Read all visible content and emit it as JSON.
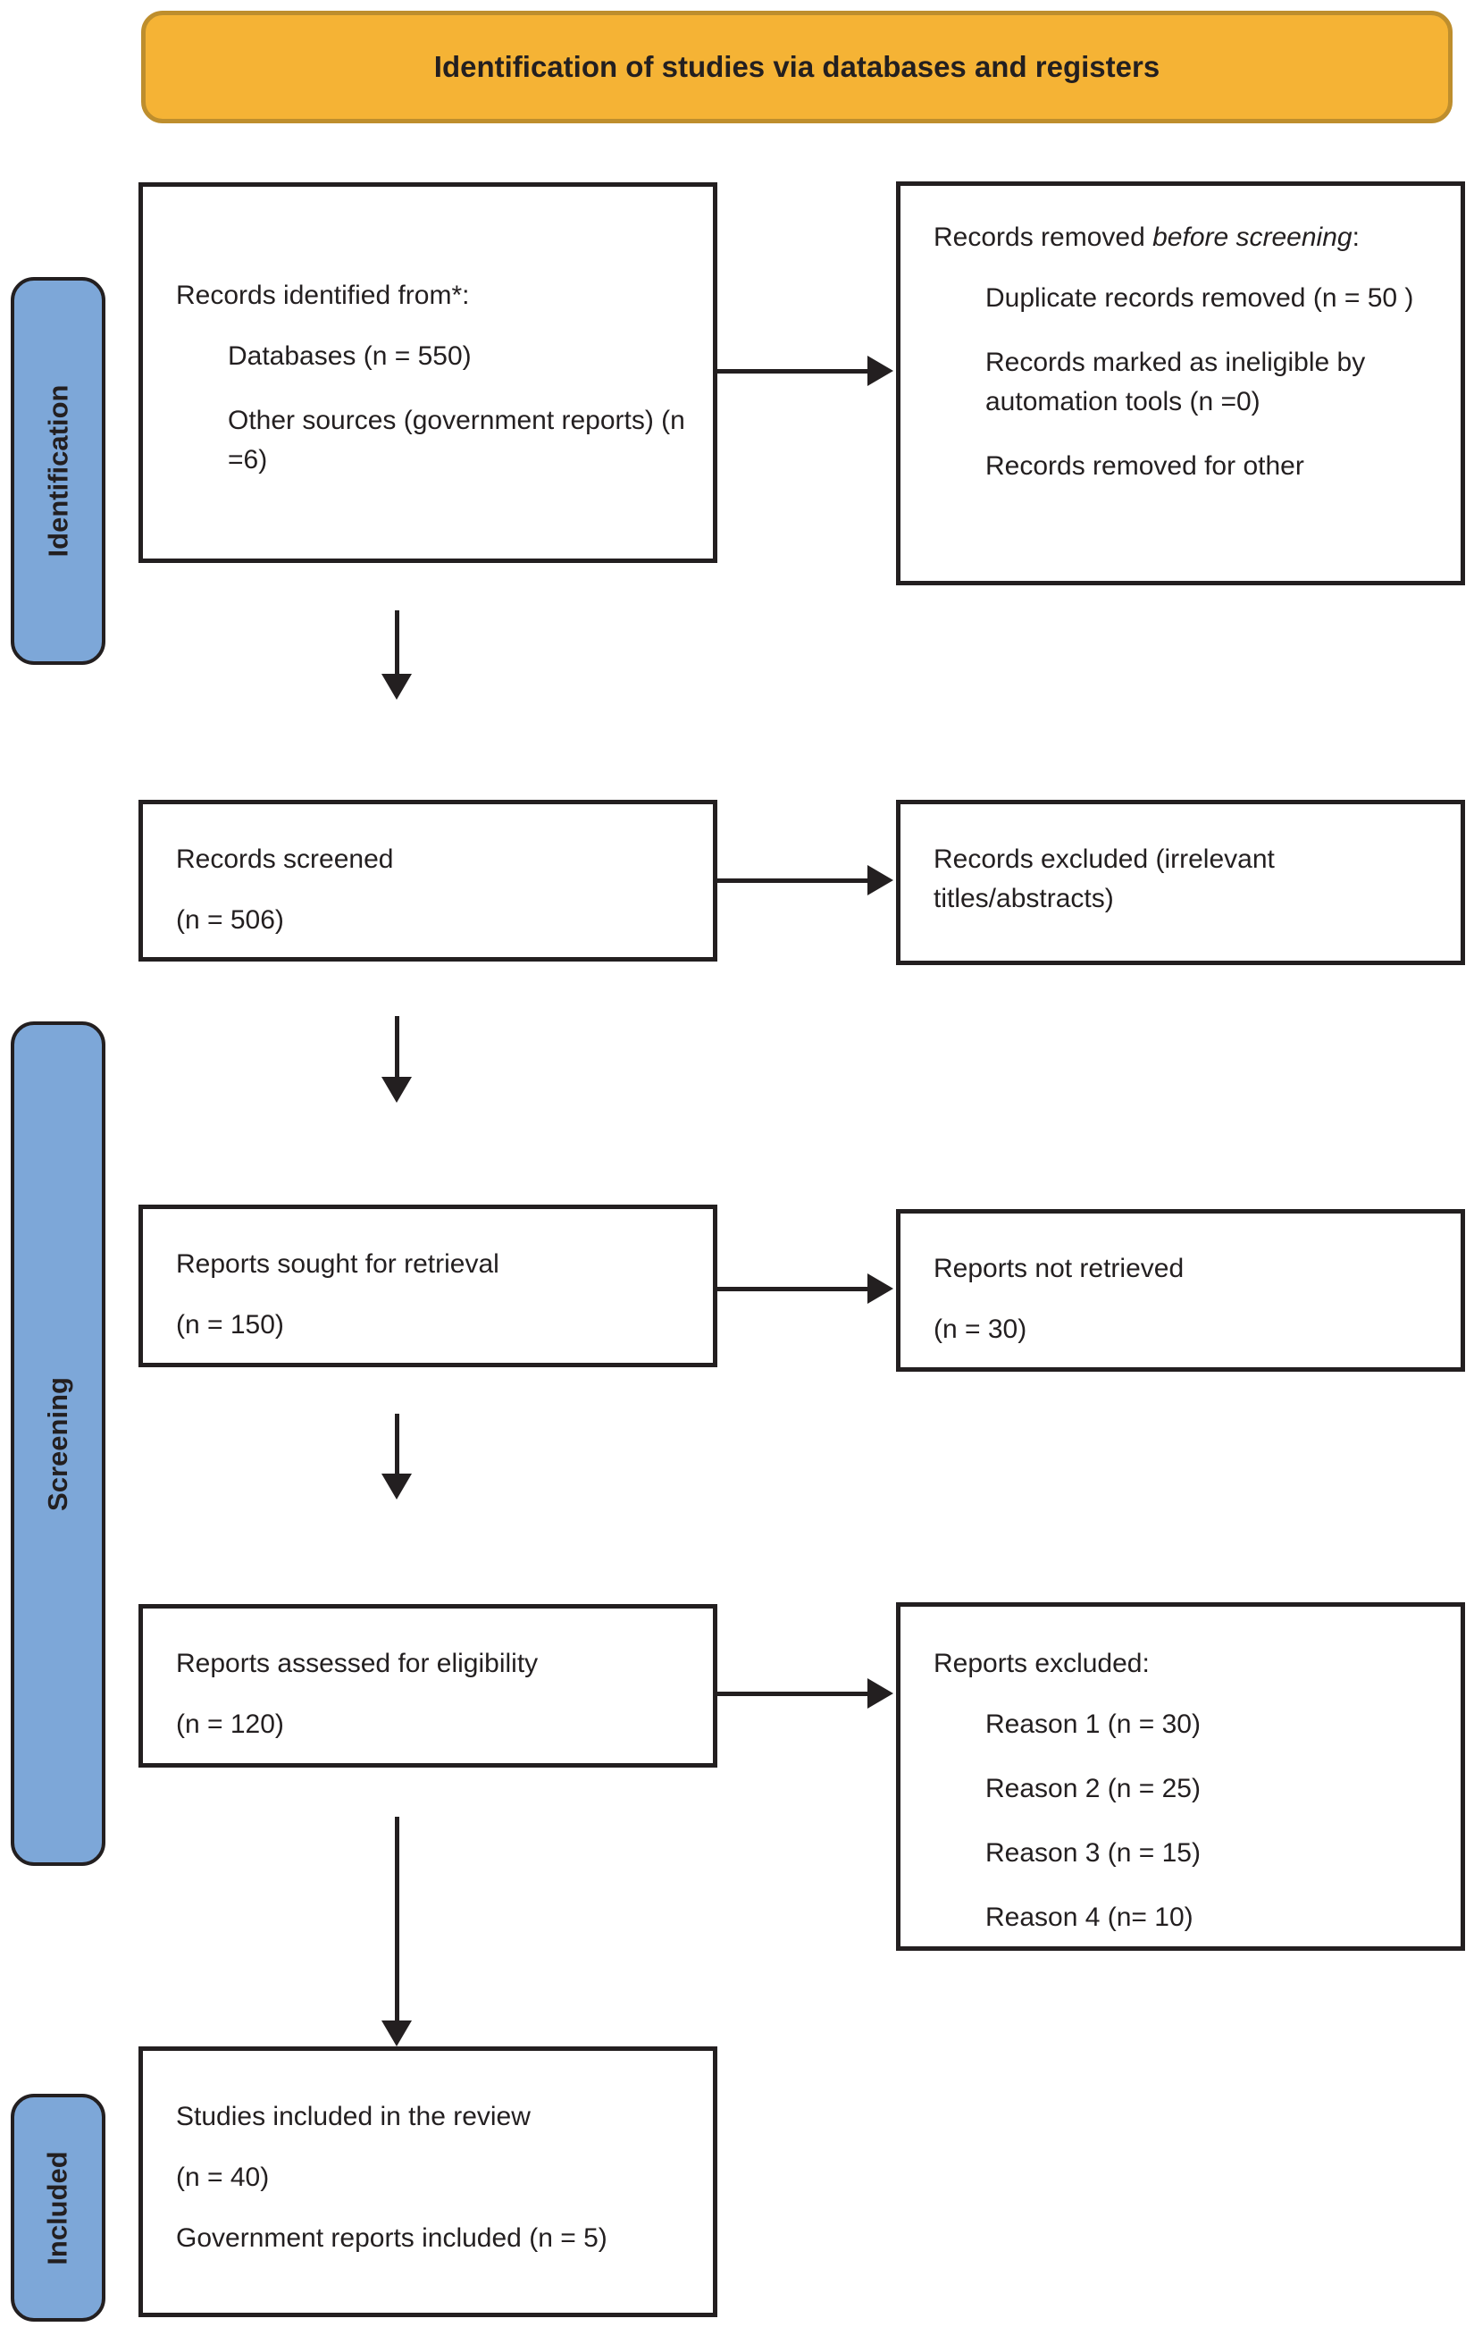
{
  "banner": {
    "title": "Identification of studies via databases and registers"
  },
  "colors": {
    "banner_fill": "#F5B335",
    "banner_border": "#BE8E2D",
    "stage_fill": "#7DA7D8",
    "box_border": "#231f20",
    "arrow": "#231f20"
  },
  "stages": [
    {
      "label": "Identification"
    },
    {
      "label": "Screening"
    },
    {
      "label": "Included"
    }
  ],
  "boxes": {
    "records_identified": {
      "title": "Records identified from*:",
      "items": [
        "Databases (n = 550)",
        "Other sources (government reports) (n =6)"
      ]
    },
    "records_removed": {
      "title_regular": "Records removed ",
      "title_italic": "before screening",
      "title_suffix": ":",
      "items": [
        "Duplicate records removed (n = 50 )",
        "Records marked as ineligible by automation tools (n =0)",
        "Records removed for other"
      ]
    },
    "records_screened": {
      "lines": [
        "Records screened",
        "(n = 506)"
      ]
    },
    "records_excluded": {
      "lines": [
        "Records excluded (irrelevant titles/abstracts)"
      ]
    },
    "reports_sought": {
      "lines": [
        "Reports sought for retrieval",
        "(n = 150)"
      ]
    },
    "reports_not_retrieved": {
      "lines": [
        "Reports not retrieved",
        "(n = 30)"
      ]
    },
    "reports_assessed": {
      "lines": [
        "Reports assessed for eligibility",
        "(n = 120)"
      ]
    },
    "reports_excluded": {
      "title": "Reports excluded:",
      "items": [
        "Reason 1 (n = 30)",
        "Reason 2 (n = 25)",
        "Reason 3 (n = 15)",
        "Reason 4 (n= 10)"
      ]
    },
    "studies_included": {
      "lines": [
        "Studies included in the review",
        "(n = 40)",
        "Government reports included (n = 5)"
      ]
    }
  }
}
